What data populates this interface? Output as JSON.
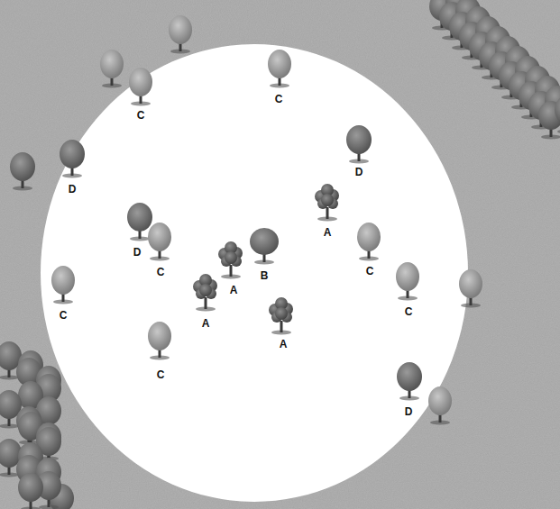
{
  "diagram": {
    "labels": [
      "C",
      "C",
      "D",
      "D",
      "A",
      "D",
      "C",
      "C",
      "B",
      "A",
      "C",
      "C",
      "A",
      "A",
      "C",
      "D"
    ]
  }
}
